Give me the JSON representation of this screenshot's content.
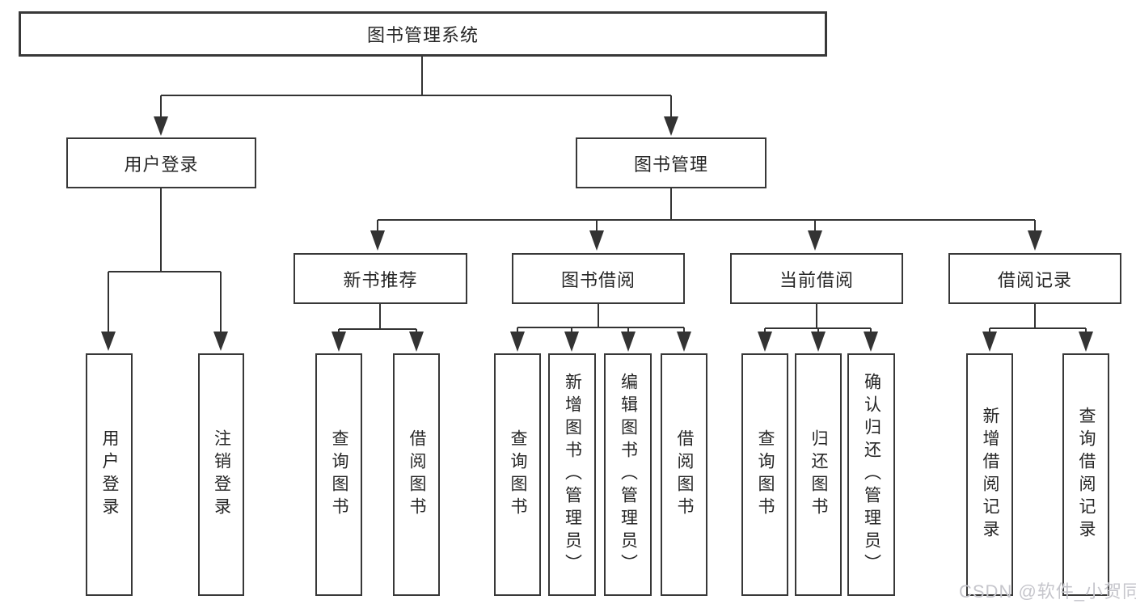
{
  "diagram": {
    "root": {
      "label": "图书管理系统"
    },
    "level2": [
      {
        "label": "用户登录"
      },
      {
        "label": "图书管理"
      }
    ],
    "level3": [
      {
        "label": "新书推荐"
      },
      {
        "label": "图书借阅"
      },
      {
        "label": "当前借阅"
      },
      {
        "label": "借阅记录"
      }
    ],
    "level4": {
      "user_login": [
        {
          "label": "用户登录"
        },
        {
          "label": "注销登录"
        }
      ],
      "new_book": [
        {
          "label": "查询图书"
        },
        {
          "label": "借阅图书"
        }
      ],
      "book_borrow": [
        {
          "label": "查询图书"
        },
        {
          "label": "新增图书（管理员）"
        },
        {
          "label": "编辑图书（管理员）"
        },
        {
          "label": "借阅图书"
        }
      ],
      "current_borrow": [
        {
          "label": "查询图书"
        },
        {
          "label": "归还图书"
        },
        {
          "label": "确认归还（管理员）"
        }
      ],
      "borrow_record": [
        {
          "label": "新增借阅记录"
        },
        {
          "label": "查询借阅记录"
        }
      ]
    }
  },
  "watermark": {
    "text": "CSDN @软件_小贺同学",
    "color": "#c6c6cc"
  },
  "colors": {
    "line": "#333333",
    "box_border": "#383838",
    "text": "#262626",
    "background": "#ffffff"
  }
}
